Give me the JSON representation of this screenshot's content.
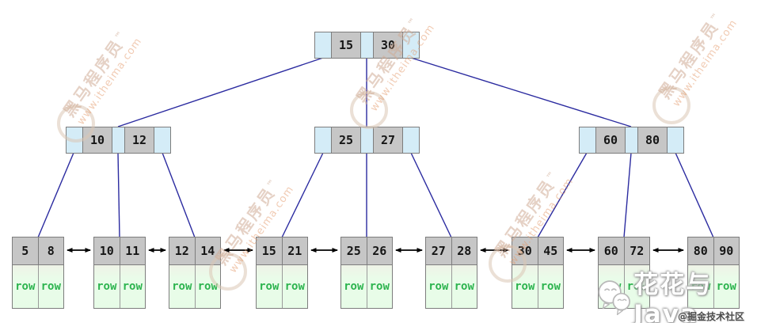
{
  "diagram_type": "b-plus-tree",
  "tree": {
    "root": {
      "keys": [
        "15",
        "30"
      ]
    },
    "internal": [
      {
        "keys": [
          "10",
          "12"
        ]
      },
      {
        "keys": [
          "25",
          "27"
        ]
      },
      {
        "keys": [
          "60",
          "80"
        ]
      }
    ],
    "leaves": [
      {
        "keys": [
          "5",
          "8"
        ],
        "rows": [
          "row",
          "row"
        ]
      },
      {
        "keys": [
          "10",
          "11"
        ],
        "rows": [
          "row",
          "row"
        ]
      },
      {
        "keys": [
          "12",
          "14"
        ],
        "rows": [
          "row",
          "row"
        ]
      },
      {
        "keys": [
          "15",
          "21"
        ],
        "rows": [
          "row",
          "row"
        ]
      },
      {
        "keys": [
          "25",
          "26"
        ],
        "rows": [
          "row",
          "row"
        ]
      },
      {
        "keys": [
          "27",
          "28"
        ],
        "rows": [
          "row",
          "row"
        ]
      },
      {
        "keys": [
          "30",
          "45"
        ],
        "rows": [
          "row",
          "row"
        ]
      },
      {
        "keys": [
          "60",
          "72"
        ],
        "rows": [
          "row",
          "row"
        ]
      },
      {
        "keys": [
          "80",
          "90"
        ],
        "rows": [
          "row",
          "row"
        ]
      }
    ]
  },
  "colors": {
    "pointer_cell": "#d4ecf7",
    "key_cell": "#c6c6c6",
    "node_border": "#7d7d7d",
    "edge_line": "#2b2ba0",
    "leaf_link_arrow": "#000000",
    "row_text": "#2db44f"
  },
  "watermarks": {
    "itheima": {
      "brand": "黑马程序员",
      "trademark": "™",
      "url": "www.itheima.com"
    },
    "wechat_signature": "花花与Java",
    "community_credit": "@掘金技术社区"
  }
}
